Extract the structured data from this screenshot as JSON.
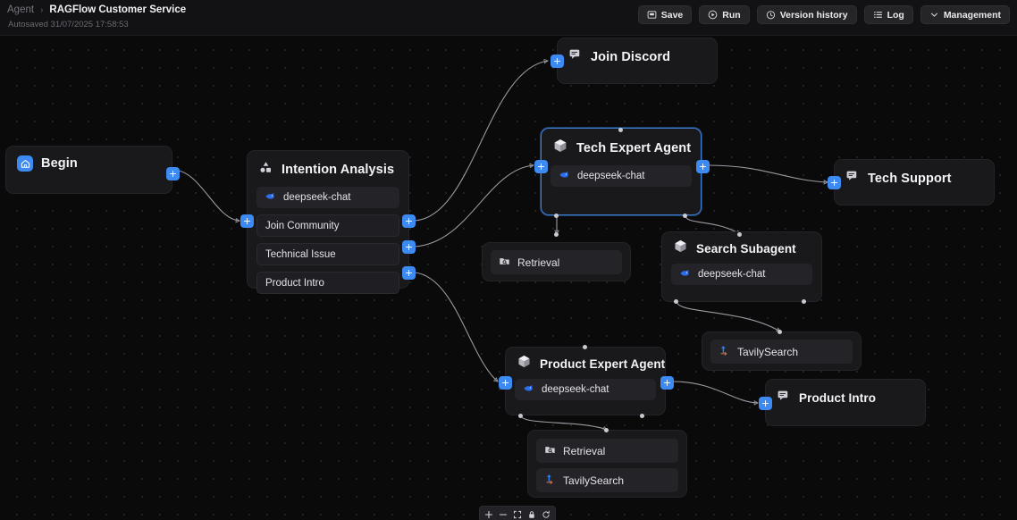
{
  "header": {
    "breadcrumb_root": "Agent",
    "breadcrumb_sep": "›",
    "breadcrumb_current": "RAGFlow Customer Service",
    "autosaved": "Autosaved 31/07/2025 17:58:53",
    "buttons": [
      {
        "label": "Save",
        "icon": "save-icon"
      },
      {
        "label": "Run",
        "icon": "play-circle-icon"
      },
      {
        "label": "Version history",
        "icon": "clock-history-icon"
      },
      {
        "label": "Log",
        "icon": "list-icon"
      },
      {
        "label": "Management",
        "icon": "chevron-down-icon"
      }
    ]
  },
  "canvas": {
    "accent": "#3d8bf2",
    "edge_color": "#9a9aa2",
    "background": "#0a0a0a",
    "node_background": "#19191c",
    "nodes": {
      "begin": {
        "title": "Begin",
        "icon": "home-icon"
      },
      "intention_analysis": {
        "title": "Intention Analysis",
        "icon": "shapes-icon",
        "model": "deepseek-chat",
        "categories": [
          "Join Community",
          "Technical Issue",
          "Product Intro"
        ]
      },
      "join_discord": {
        "title": "Join Discord",
        "icon": "message-icon"
      },
      "tech_expert_agent": {
        "title": "Tech Expert Agent",
        "icon": "cube-icon",
        "model": "deepseek-chat",
        "selected": true
      },
      "tech_support": {
        "title": "Tech Support",
        "icon": "message-icon"
      },
      "retrieval_top": {
        "title": "Retrieval",
        "icon": "folder-search-icon"
      },
      "search_subagent": {
        "title": "Search Subagent",
        "icon": "cube-icon",
        "model": "deepseek-chat"
      },
      "tavily_search_top": {
        "title": "TavilySearch",
        "icon": "tavily-icon"
      },
      "product_expert_agent": {
        "title": "Product Expert Agent",
        "icon": "cube-icon",
        "model": "deepseek-chat"
      },
      "product_intro": {
        "title": "Product Intro",
        "icon": "message-icon"
      },
      "product_tools": {
        "tools": [
          "Retrieval",
          "TavilySearch"
        ],
        "icons": [
          "folder-search-icon",
          "tavily-icon"
        ]
      }
    }
  },
  "controls": [
    {
      "name": "zoom-in",
      "glyph": "+"
    },
    {
      "name": "zoom-out",
      "glyph": "−"
    },
    {
      "name": "fit-view",
      "glyph": "⛶"
    },
    {
      "name": "lock",
      "glyph": "🔒"
    },
    {
      "name": "reset",
      "glyph": "↻"
    }
  ]
}
